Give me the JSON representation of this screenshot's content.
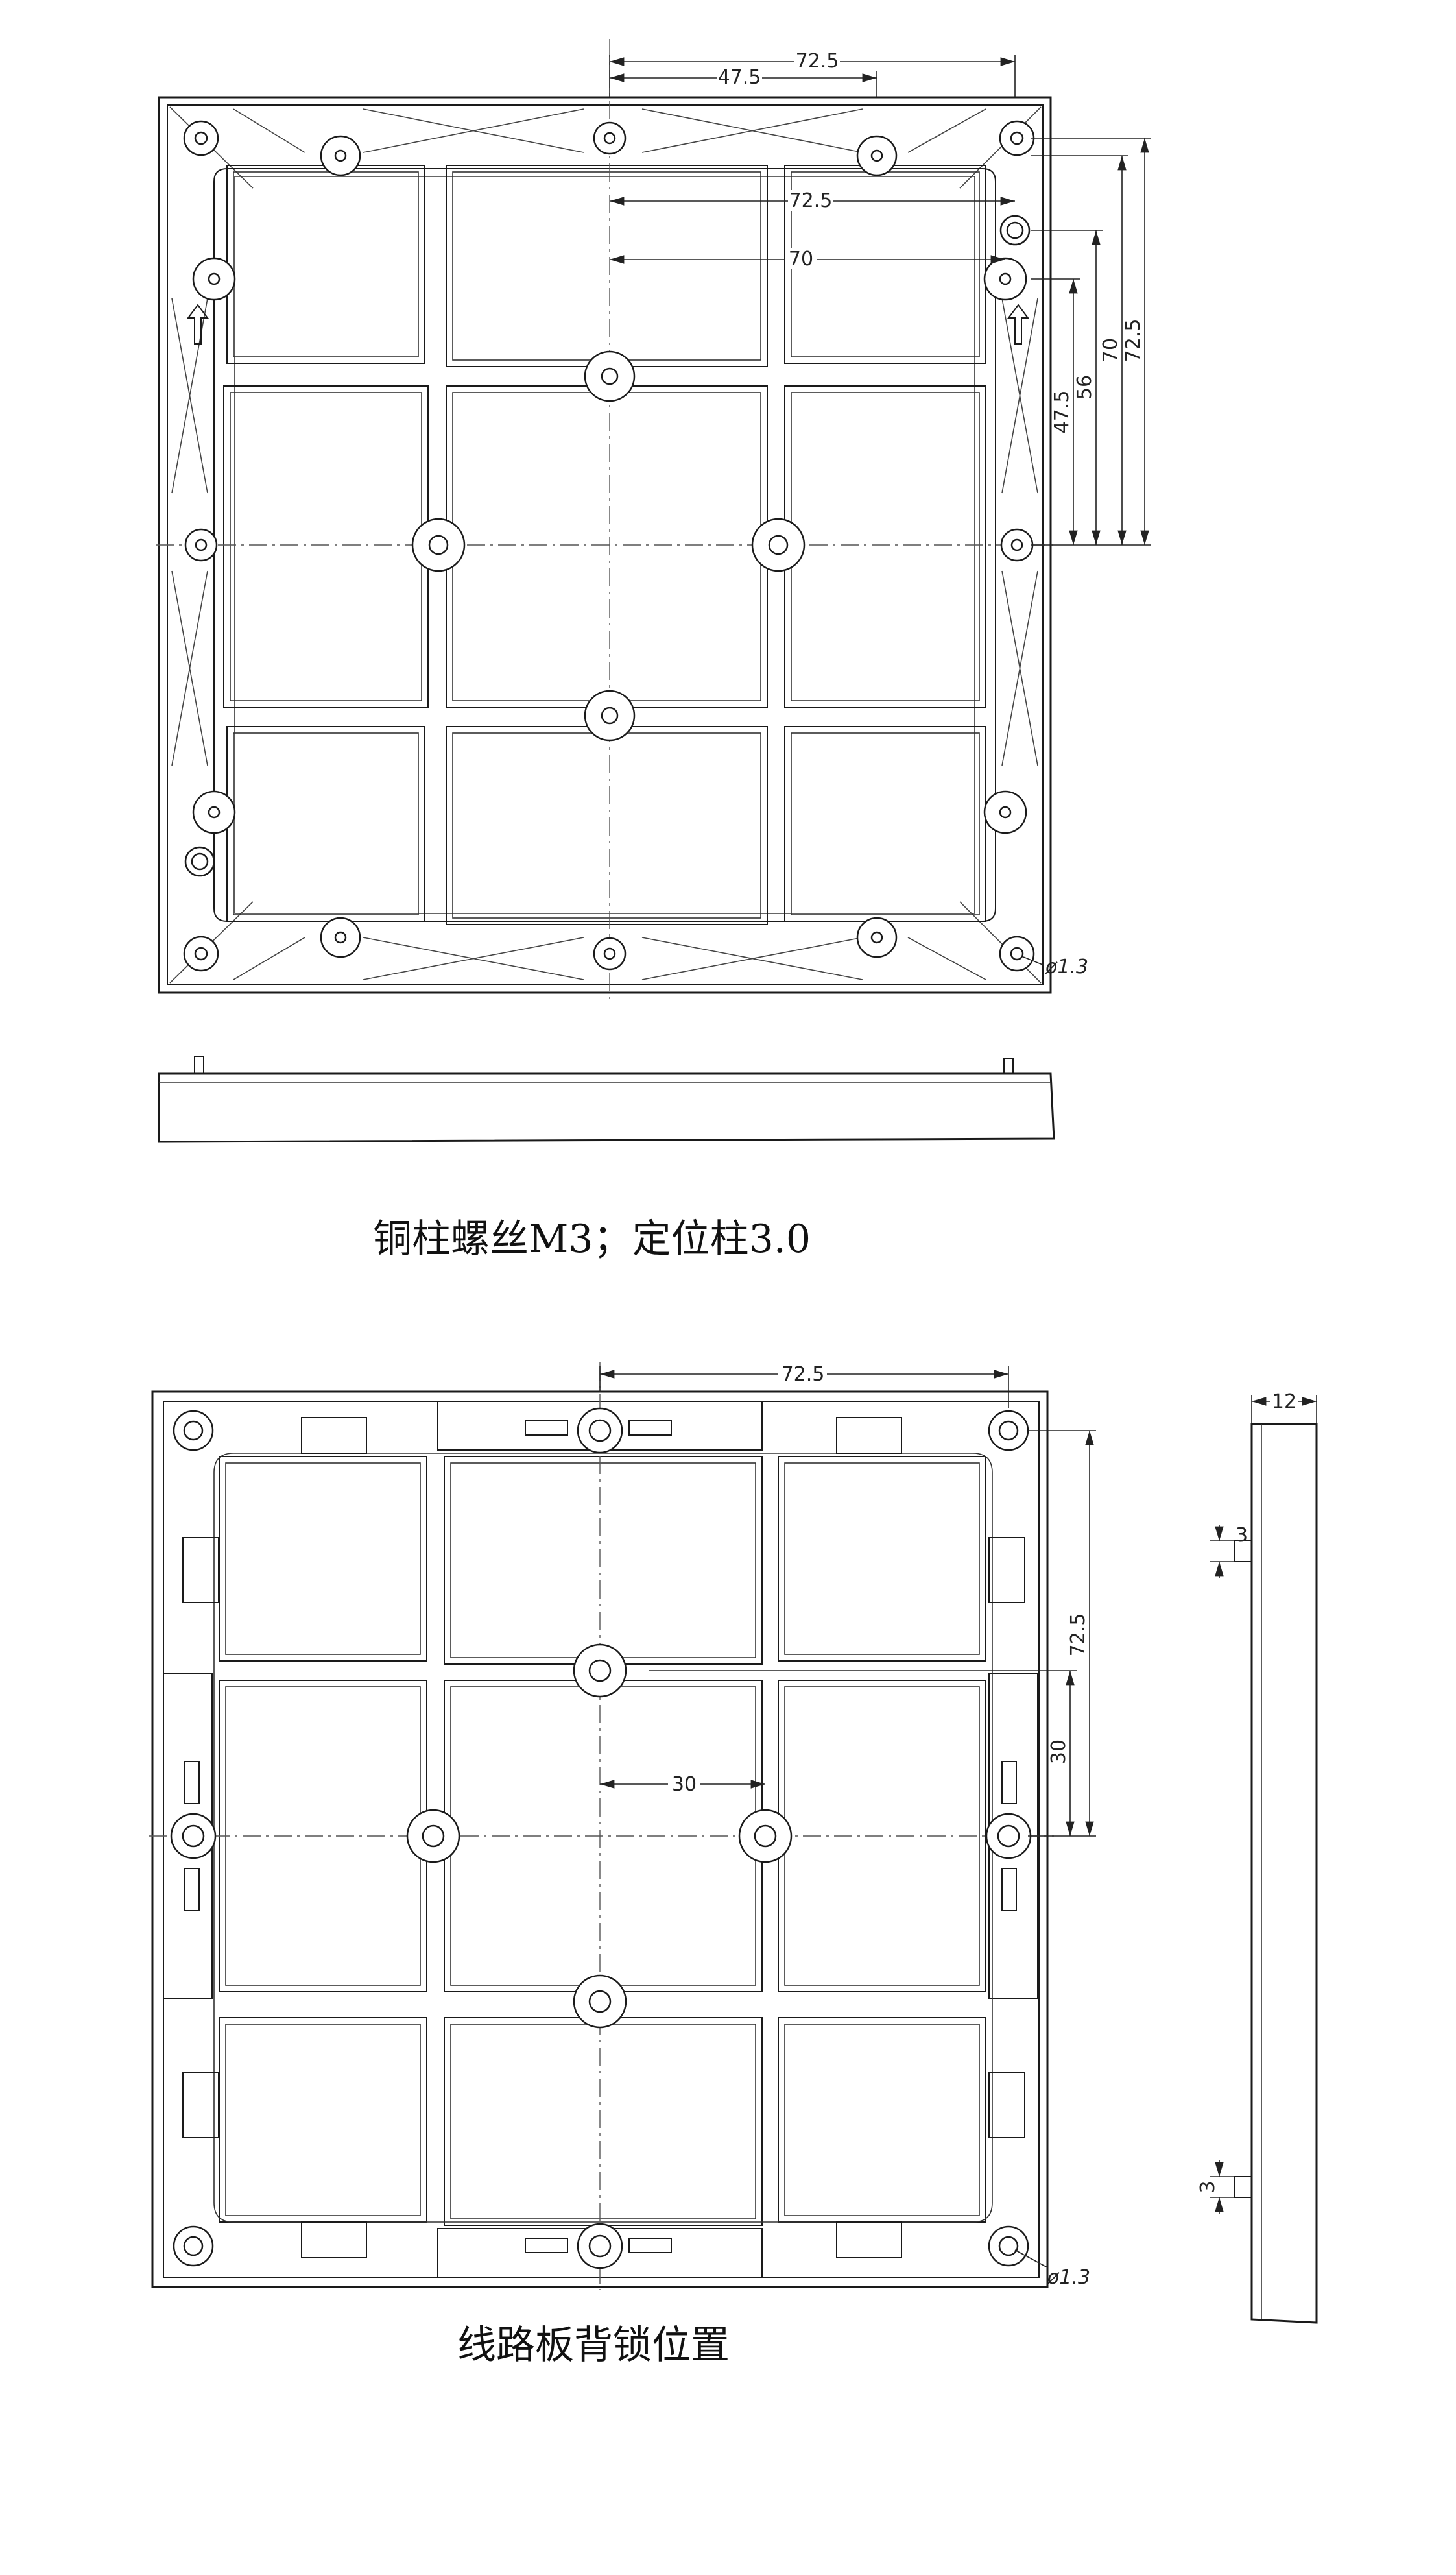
{
  "captions": {
    "top": "铜柱螺丝M3；定位柱3.0",
    "bottom": "线路板背锁位置"
  },
  "top_view": {
    "dims": {
      "h_72_5_top": "72.5",
      "h_47_5_top": "47.5",
      "h_72_5_inner": "72.5",
      "h_70_inner": "70",
      "v_47_5": "47.5",
      "v_56": "56",
      "v_70": "70",
      "v_72_5": "72.5",
      "hole_dia": "ø1.3"
    }
  },
  "bottom_view": {
    "dims": {
      "h_72_5": "72.5",
      "h_30": "30",
      "v_72_5": "72.5",
      "v_30": "30",
      "hole_dia": "ø1.3"
    }
  },
  "side_view": {
    "dims": {
      "width_12": "12",
      "pin_3_top": "3",
      "pin_3_bottom": "3"
    }
  }
}
